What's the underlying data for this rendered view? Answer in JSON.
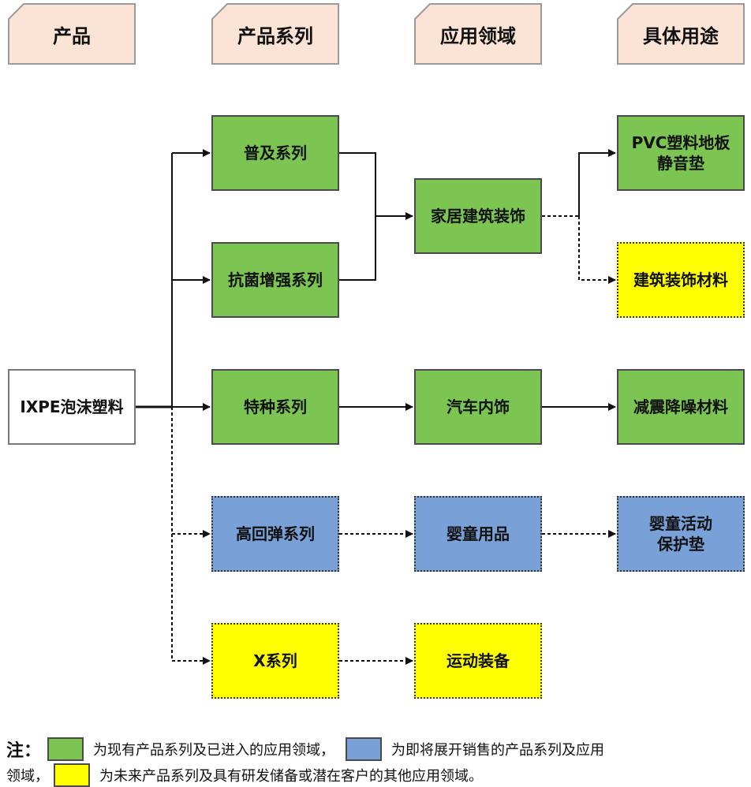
{
  "headers": [
    "产品",
    "产品系列",
    "应用领域",
    "具体用途"
  ],
  "nodes": {
    "root": "IXPE泡沫塑料",
    "series": [
      "普及系列",
      "抗菌增强系列",
      "特种系列",
      "高回弹系列",
      "X系列"
    ],
    "fields": [
      "家居建筑装饰",
      "汽车内饰",
      "婴童用品",
      "运动装备"
    ],
    "uses": [
      "PVC塑料地板\n静音垫",
      "建筑装饰材料",
      "减震降噪材料",
      "婴童活动\n保护垫"
    ]
  },
  "legend": {
    "note_label": "注：",
    "green_text": "为现有产品系列及已进入的应用领域，",
    "blue_text": "为即将展开销售的产品系列及应用",
    "line2_prefix": "领域，",
    "yellow_text": "为未来产品系列及具有研发储备或潜在客户的其他应用领域。"
  },
  "colors": {
    "existing": "#7cc552",
    "upcoming": "#7aa0d8",
    "future": "#ffff00"
  }
}
